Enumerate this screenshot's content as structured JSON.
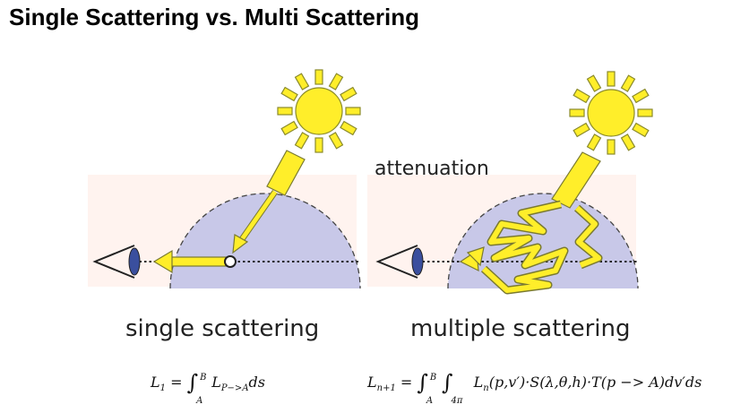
{
  "title": "Single Scattering vs. Multi Scattering",
  "labels": {
    "attenuation": "attenuation",
    "single": "single scattering",
    "multiple": "multiple scattering"
  },
  "formula_single": {
    "lhs": "L",
    "lhs_sub": "1",
    "eq": "=",
    "int": "∫",
    "upper": "B",
    "lower": "A",
    "body": "L",
    "body_sub": "P−>A",
    "tail": "ds"
  },
  "formula_multi": {
    "lhs": "L",
    "lhs_sub": "n+1",
    "eq": "=",
    "int1": "∫",
    "upper1": "B",
    "lower1": "A",
    "int2": "∫",
    "lower2": "4π",
    "body": "L",
    "body_sub": "n",
    "rest": "(p,v′)·S(λ,θ,h)·T(p −> A)dv′ds"
  },
  "colors": {
    "sun": "#ffee2a",
    "sun_stroke": "#8a8a2a",
    "dome": "#c8c8e8",
    "ray": "#ffee2a",
    "ray_stroke": "#7a7a30",
    "eye": "#3a4f9e"
  }
}
